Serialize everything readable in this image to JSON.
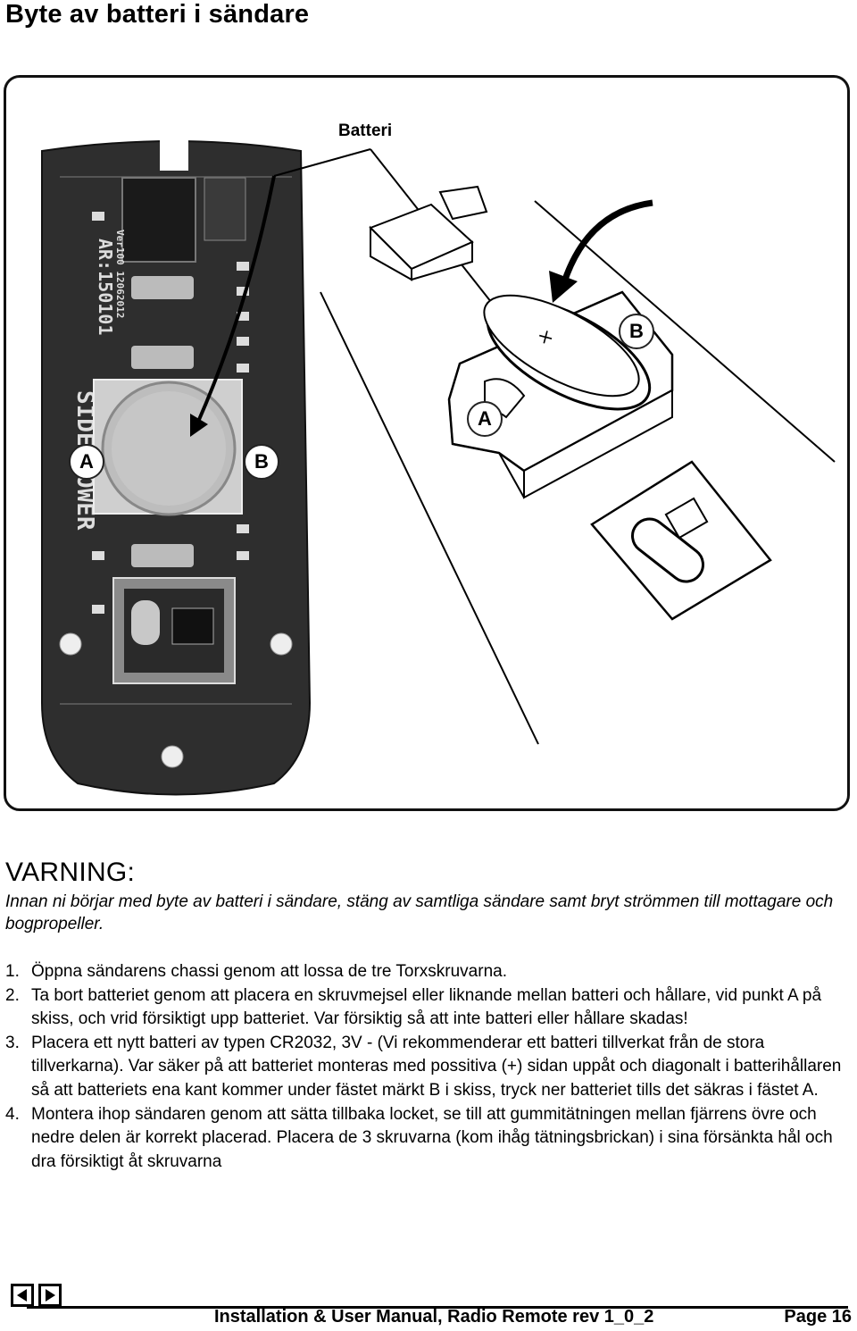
{
  "page": {
    "title": "Byte av batteri i sändare"
  },
  "figure": {
    "battery_label": "Batteri",
    "point_a": "A",
    "point_b": "B",
    "pcb_text": [
      "SIDE-POWER",
      "AR:150101",
      "Ver100 12062012"
    ]
  },
  "warning": {
    "heading": "VARNING:",
    "text": "Innan ni börjar med byte av batteri i sändare, stäng av samtliga sändare samt bryt strömmen till mottagare och bogpropeller."
  },
  "steps": [
    {
      "num": "1.",
      "text": "Öppna sändarens chassi genom att lossa de tre Torxskruvarna."
    },
    {
      "num": "2.",
      "text": "Ta bort batteriet genom att placera en skruvmejsel eller liknande mellan batteri och hållare, vid punkt A på skiss, och vrid försiktigt upp batteriet. Var försiktig så att inte batteri eller hållare skadas!"
    },
    {
      "num": "3.",
      "text": "Placera ett nytt batteri av typen CR2032, 3V - (Vi rekommenderar ett batteri tillverkat från de stora tillverkarna). Var säker på att batteriet monteras med possitiva (+) sidan uppåt och diagonalt i batterihållaren så att batteriets ena kant kommer under fästet märkt B i skiss, tryck ner batteriet tills det säkras i fästet A."
    },
    {
      "num": "4.",
      "text": "Montera ihop sändaren genom att sätta tillbaka locket, se till att gummitätningen mellan fjärrens övre och nedre delen är korrekt placerad. Placera de 3 skruvarna (kom ihåg tätningsbrickan) i sina försänkta hål och dra försiktigt åt skruvarna"
    }
  ],
  "footer": {
    "manual_title": "Installation & User Manual, Radio Remote rev 1_0_2",
    "page_label": "Page 16"
  }
}
